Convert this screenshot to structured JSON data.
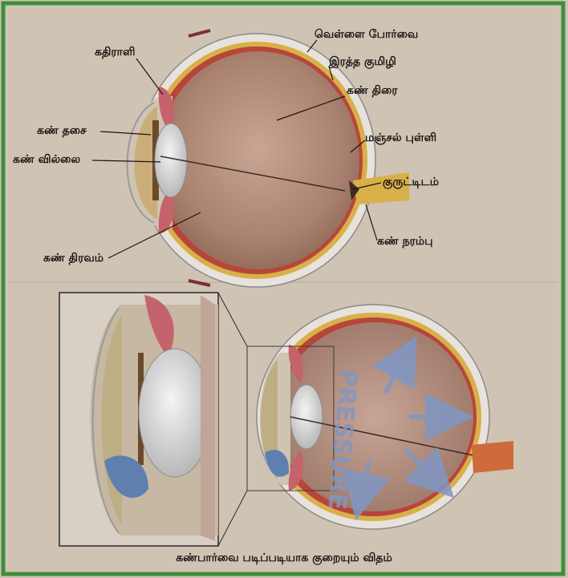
{
  "labels": {
    "ciliary_body": "கதிராளி",
    "sclera": "வெள்ளை போர்வை",
    "choroid": "இரத்த குமிழி",
    "retina": "கண் திரை",
    "iris": "கண் தசை",
    "lens": "கண் வில்லை",
    "macula": "மஞ்சல் புள்ளி",
    "blind_spot": "குருட்டிடம்",
    "optic_nerve": "கண் நரம்பு",
    "vitreous": "கண் திரவம்"
  },
  "caption": "கண்பார்வை படிப்படியாக குறையும் விதம்",
  "watermark": "PRESSURE",
  "colors": {
    "background": "#cfc3b3",
    "border": "#3d8f3a",
    "eye_interior": "#b08a78",
    "sclera": "#e8e2dc",
    "choroid_band": "#d8b04a",
    "vessel_red": "#b8453a",
    "lens": "#dcdcdc",
    "cornea": "#c9a86a",
    "arrow_blue": "#7f97c4"
  }
}
